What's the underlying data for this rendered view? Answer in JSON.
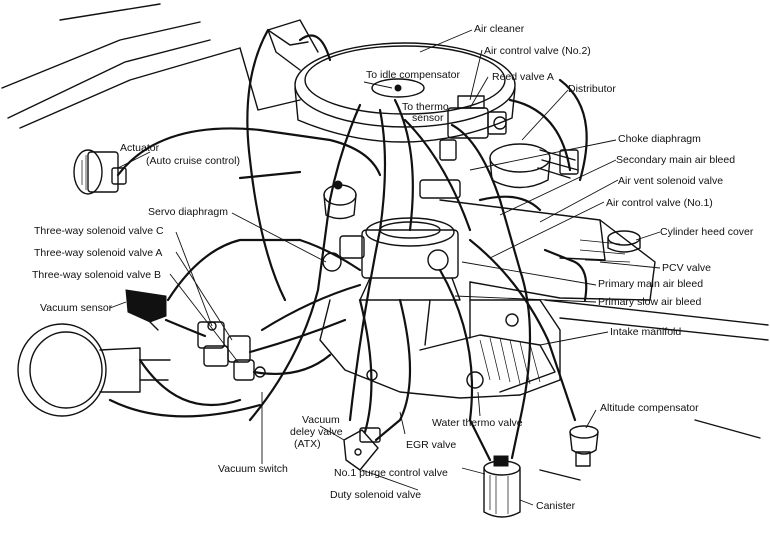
{
  "labels": {
    "air_cleaner": "Air cleaner",
    "air_control_valve_no2": "Air control valve (No.2)",
    "to_idle_compensator": "To idle compensator",
    "reed_valve_a": "Reed valve A",
    "to_thermo": "To thermo",
    "sensor": "sensor",
    "distributor": "Distributor",
    "choke_diaphragm": "Choke diaphragm",
    "actuator": "Actuator",
    "auto_cruise_control": "(Auto cruise control)",
    "secondary_main_air_bleed": "Secondary main air bleed",
    "air_vent_solenoid_valve": "Air vent solenoid valve",
    "servo_diaphragm": "Servo diaphragm",
    "air_control_valve_no1": "Air control valve (No.1)",
    "three_way_solenoid_valve_c": "Three-way solenoid valve C",
    "cylinder_heed_cover": "Cylinder heed cover",
    "three_way_solenoid_valve_a": "Three-way solenoid valve A",
    "pcv_valve": "PCV valve",
    "three_way_solenoid_valve_b": "Three-way solenoid valve B",
    "primary_main_air_bleed": "Primary main air bleed",
    "vacuum_sensor": "Vacuum sensor",
    "primary_slow_air_bleed": "Primary slow air bleed",
    "intake_manifold": "Intake manifold",
    "water_thermo_valve": "Water thermo valve",
    "altitude_compensator": "Altitude compensator",
    "vacuum_delay_valve_1": "Vacuum",
    "vacuum_delay_valve_2": "deley valve",
    "vacuum_delay_valve_3": "(ATX)",
    "egr_valve": "EGR valve",
    "vacuum_switch": "Vacuum switch",
    "no1_purge_control_valve": "No.1 purge control valve",
    "duty_solenoid_valve": "Duty solenoid valve",
    "canister": "Canister"
  }
}
